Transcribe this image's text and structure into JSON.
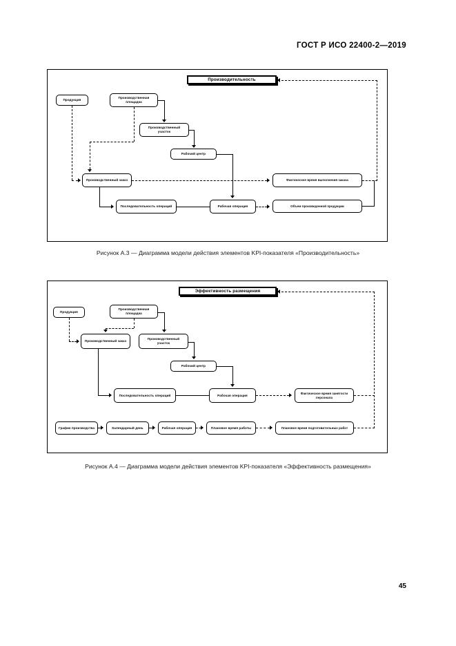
{
  "document": {
    "header": "ГОСТ Р ИСО 22400-2—2019",
    "page_number": "45"
  },
  "figures": [
    {
      "id": "a3",
      "caption": "Рисунок А.3 — Диаграмма модели действия элементов KPI-показателя «Производительность»",
      "title_box": "Производительность",
      "nodes": {
        "product": "Продукция",
        "site": "Производственная площадка",
        "area": "Производственный участок",
        "work_center": "Рабочий центр",
        "order": "Производственный заказ",
        "operation_sequence": "Последовательность операций",
        "work_operation": "Рабочая операция",
        "actual_order_time": "Фактическое время выполнения заказа",
        "produced_volume": "Объем произведенной продукции"
      }
    },
    {
      "id": "a4",
      "caption": "Рисунок А.4 — Диаграмма модели действия элементов KPI-показателя «Эффективность размещения»",
      "title_box": "Эффективность размещения",
      "nodes": {
        "product": "Продукция",
        "site": "Производственная площадка",
        "order": "Производственный заказ",
        "area": "Производственный участок",
        "work_center": "Рабочий центр",
        "operation_sequence": "Последовательность операций",
        "work_operation": "Рабочая операция",
        "actual_personnel_time": "Фактическое время занятости персонала",
        "production_schedule": "График производства",
        "calendar_day": "Календарный день",
        "work_operation_2": "Рабочая операция",
        "planned_work_time": "Плановое время работы",
        "planned_setup_time": "Плановое время подготовительных работ"
      }
    }
  ]
}
